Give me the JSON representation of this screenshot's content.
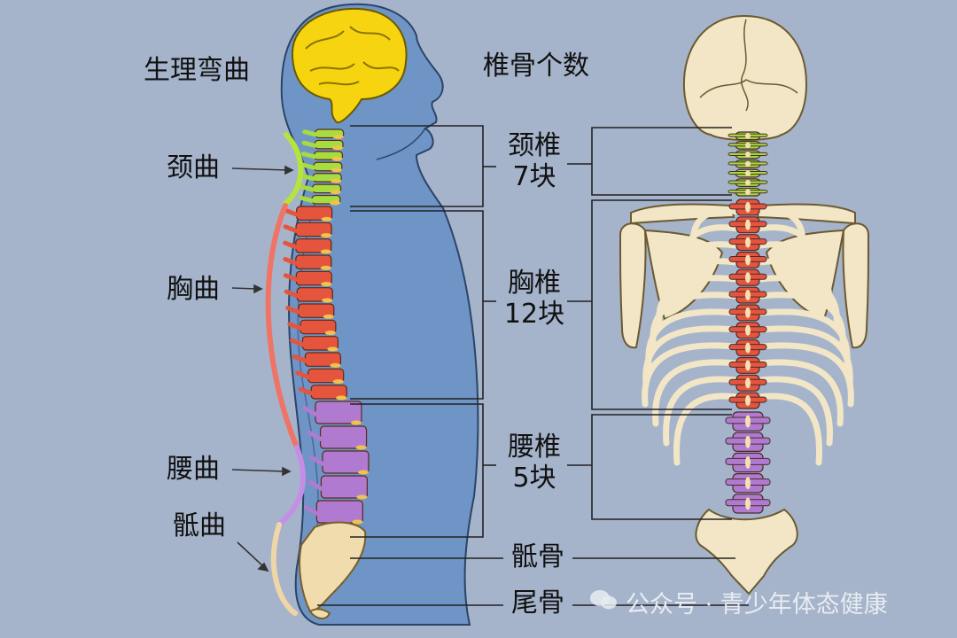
{
  "headings": {
    "curves": "生理弯曲",
    "counts": "椎骨个数"
  },
  "curves": {
    "cervical": "颈曲",
    "thoracic": "胸曲",
    "lumbar": "腰曲",
    "sacral": "骶曲"
  },
  "vertebrae": {
    "cervical": {
      "name": "颈椎",
      "count": "7块"
    },
    "thoracic": {
      "name": "胸椎",
      "count": "12块"
    },
    "lumbar": {
      "name": "腰椎",
      "count": "5块"
    },
    "sacrum": {
      "name": "骶骨"
    },
    "coccyx": {
      "name": "尾骨"
    }
  },
  "watermark": "公众号 · 青少年体态健康",
  "colors": {
    "background": "#a5b4cb",
    "body": "#6f94c6",
    "brain": "#f6d410",
    "cervical": "#a6dc3f",
    "thoracic": "#e5553e",
    "lumbar": "#b07ad0",
    "sacrum": "#f1dcae",
    "bone": "#f2e6c6",
    "curve_cervical": "#b7e33d",
    "curve_thoracic": "#f07466",
    "curve_lumbar": "#c58ee6",
    "curve_sacral": "#f0d6a6"
  }
}
